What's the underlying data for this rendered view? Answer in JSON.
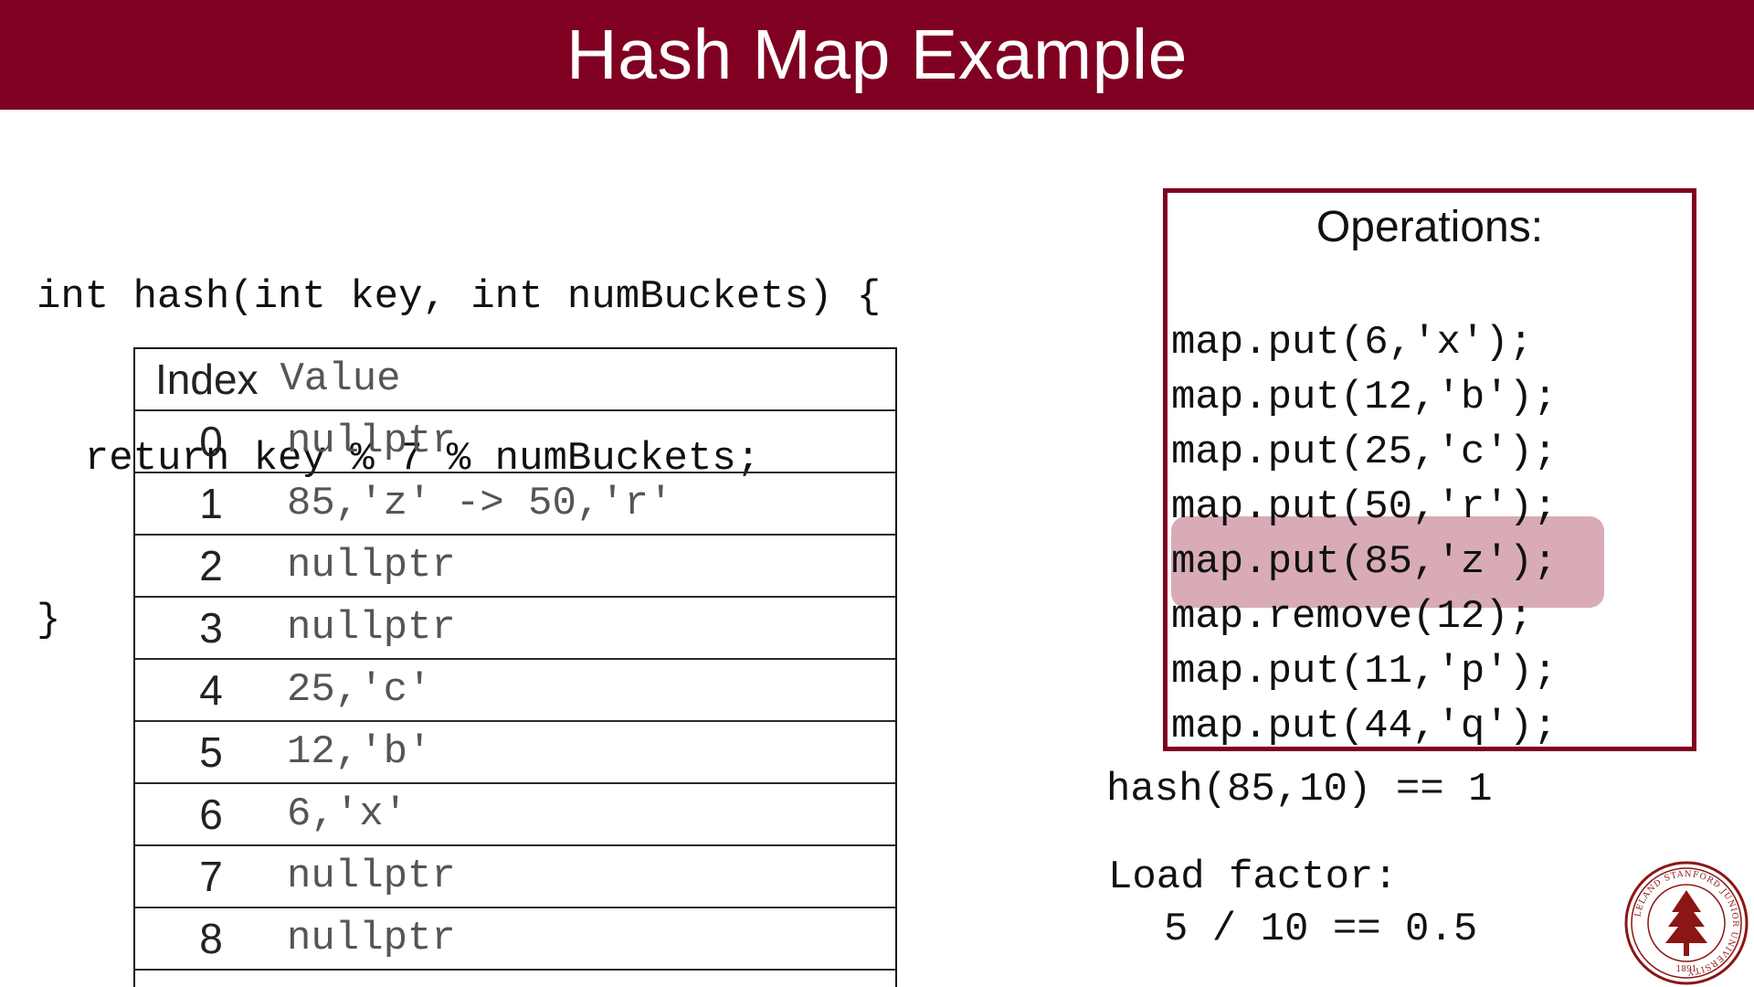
{
  "slide": {
    "title": "Hash Map Example"
  },
  "code": {
    "lines": [
      "int hash(int key, int numBuckets) {",
      "  return key % 7 % numBuckets;",
      "}"
    ]
  },
  "table": {
    "header": {
      "index": "Index",
      "value": "Value"
    },
    "rows": [
      {
        "index": "0",
        "value": "nullptr"
      },
      {
        "index": "1",
        "value": "85,'z' -> 50,'r'"
      },
      {
        "index": "2",
        "value": "nullptr"
      },
      {
        "index": "3",
        "value": "nullptr"
      },
      {
        "index": "4",
        "value": "25,'c'"
      },
      {
        "index": "5",
        "value": "12,'b'"
      },
      {
        "index": "6",
        "value": "6,'x'"
      },
      {
        "index": "7",
        "value": "nullptr"
      },
      {
        "index": "8",
        "value": "nullptr"
      }
    ]
  },
  "operations": {
    "title": "Operations:",
    "items": [
      "map.put(6,'x');",
      "map.put(12,'b');",
      "map.put(25,'c');",
      "map.put(50,'r');",
      "map.put(85,'z');",
      "map.remove(12);",
      "map.put(11,'p');",
      "map.put(44,'q');"
    ],
    "highlight_color": "#c98a9b"
  },
  "hash_result": "hash(85,10) == 1",
  "load_factor": {
    "label": "Load factor:",
    "value": "5 / 10 == 0.5"
  },
  "colors": {
    "brand": "#800022"
  },
  "seal": {
    "icon": "stanford-seal-icon",
    "text": "LELAND STANFORD JUNIOR UNIVERSITY",
    "year": "1891"
  }
}
